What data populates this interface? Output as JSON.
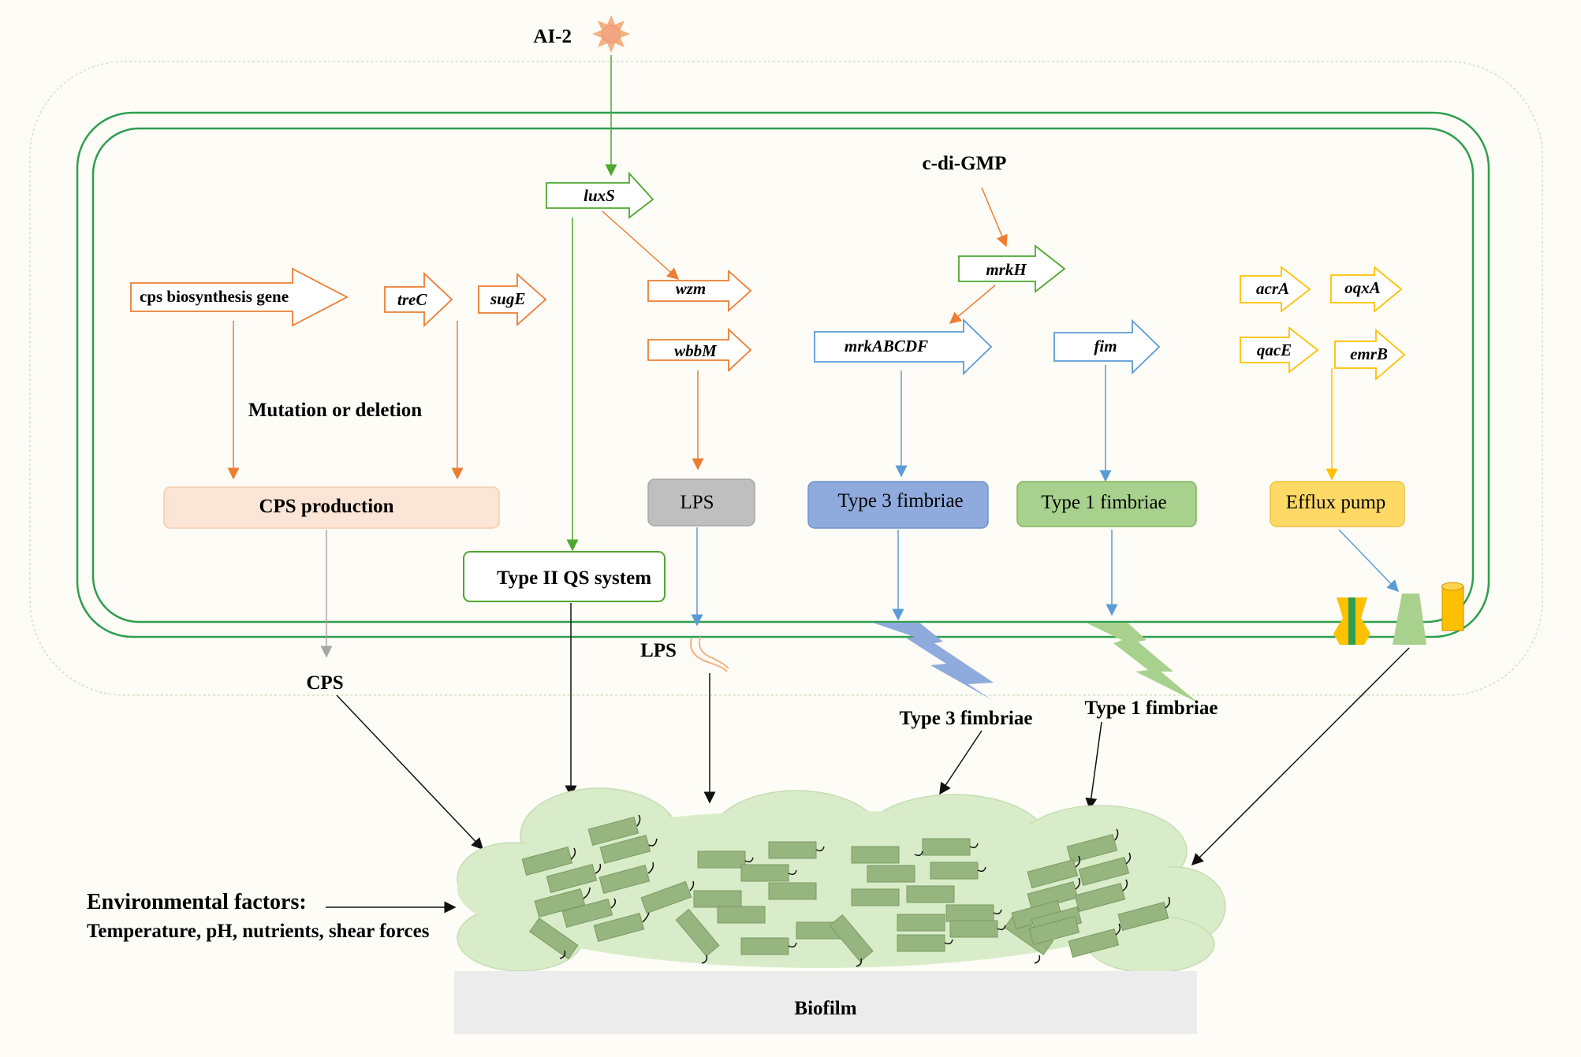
{
  "signals": {
    "ai2": "AI-2",
    "cdigmp": "c-di-GMP"
  },
  "genes": {
    "cps": "cps biosynthesis gene",
    "treC": "treC",
    "sugE": "sugE",
    "luxS": "luxS",
    "wzm": "wzm",
    "wbbM": "wbbM",
    "mrkH": "mrkH",
    "mrkABCDF": "mrkABCDF",
    "fim": "fim",
    "acrA": "acrA",
    "oqxA": "oqxA",
    "qacE": "qacE",
    "emrB": "emrB"
  },
  "mutation_label": "Mutation or deletion",
  "products": {
    "cps": "CPS production",
    "qs": "Type II QS system",
    "lps": "LPS",
    "type3": "Type 3 fimbriae",
    "type1": "Type 1 fimbriae",
    "efflux": "Efflux pump"
  },
  "outer": {
    "cps": "CPS",
    "lps": "LPS",
    "type3": "Type 3 fimbriae",
    "type1": "Type 1 fimbriae"
  },
  "environment": {
    "title": "Environmental factors:",
    "detail": "Temperature, pH, nutrients, shear forces"
  },
  "biofilm_label": "Biofilm",
  "colors": {
    "orange": "#ed7d31",
    "green": "#4ea72e",
    "blue": "#5b9bd5",
    "yellow": "#ffc000",
    "cps_fill": "#fbe5d6",
    "lps_fill": "#bfbfbf",
    "type3_fill": "#8faadc",
    "type1_fill": "#a9d18e",
    "efflux_fill": "#ffd966",
    "membrane": "#2e9e4f",
    "biofilm": "#d9ecc9",
    "bacterium": "#97b57f"
  }
}
